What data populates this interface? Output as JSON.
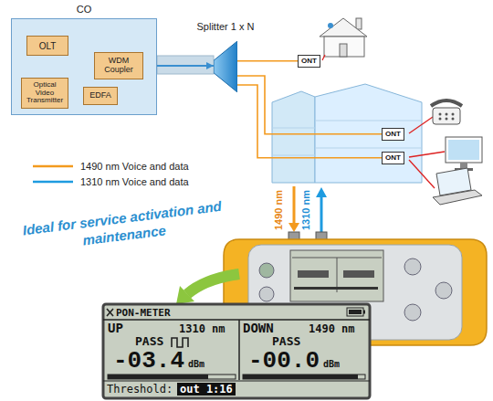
{
  "diagram": {
    "nodes": [
      {
        "text": [
          "CO"
        ]
      },
      {
        "text": [
          "OLT"
        ],
        "in": 0
      },
      {
        "text": [
          "WDM Coupler"
        ],
        "in": 0
      },
      {
        "text": [
          "Optical Video Transmitter"
        ],
        "in": 0
      },
      {
        "text": [
          "EDFA"
        ],
        "in": 0
      },
      {
        "text": [
          "Splitter 1 x N"
        ]
      },
      {
        "text": [
          "ONT"
        ]
      },
      {
        "text": [
          "ONT"
        ]
      },
      {
        "text": [
          "ONT"
        ]
      }
    ],
    "edges": [
      {
        "from": 1,
        "to": 2,
        "arrow": "none"
      },
      {
        "from": 3,
        "to": 4,
        "arrow": "none"
      },
      {
        "from": 4,
        "to": 2,
        "arrow": "none"
      },
      {
        "from": 2,
        "to": 5,
        "arrow": "both"
      },
      {
        "from": 5,
        "to": 6,
        "arrow": "none"
      },
      {
        "from": 5,
        "to": 7,
        "arrow": "none"
      },
      {
        "from": 5,
        "to": 8,
        "arrow": "none"
      }
    ],
    "labels": [
      "1490 nm",
      "1310 nm",
      "Ideal for service activation and maintenance",
      "PON-METER",
      "UP",
      "1310 nm",
      "DOWN",
      "1490 nm",
      "PASS",
      "PASS",
      "-03.4",
      "dBm",
      "-00.0",
      "dBm",
      "Threshold:",
      "out 1:16"
    ],
    "legend": [
      {
        "text": "1490 nm Voice and data"
      },
      {
        "text": "1310 nm Voice and data"
      }
    ]
  }
}
